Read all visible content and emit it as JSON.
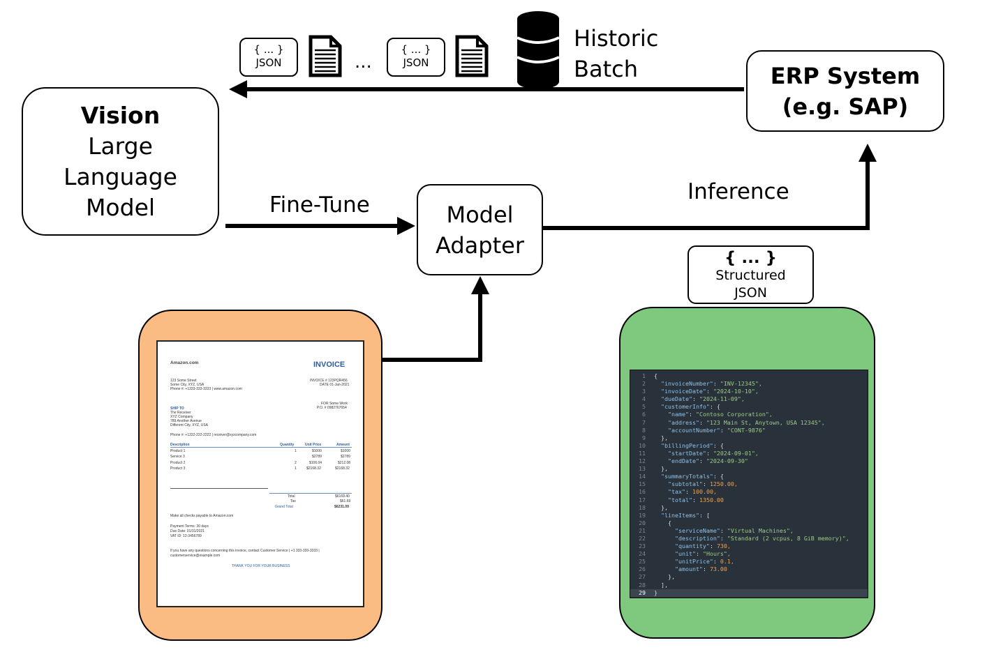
{
  "nodes": {
    "vision_bold": "Vision",
    "vision_lines": [
      "Large",
      "Language",
      "Model"
    ],
    "erp_line1": "ERP System",
    "erp_line2": "(e.g. SAP)",
    "adapter_line1": "Model",
    "adapter_line2": "Adapter"
  },
  "labels": {
    "finetune": "Fine-Tune",
    "inference": "Inference",
    "historic_line1": "Historic",
    "historic_line2": "Batch",
    "ellipsis": "..."
  },
  "json_token": {
    "brace": "{ ... }",
    "text": "JSON"
  },
  "structured": {
    "brace": "{ ... }",
    "line1": "Structured",
    "line2": "JSON"
  },
  "icons": [
    "document-icon",
    "database-icon"
  ],
  "colors": {
    "invoice_panel": "#fbbc84",
    "json_panel": "#7fc97f",
    "code_bg": "#29323a"
  },
  "invoice": {
    "company": "Amazon.com",
    "title": "INVOICE",
    "addr1": "123 Some Street",
    "addr2": "Some City, XYZ, USA",
    "phone": "Phone #: +1333-333-3333   |   www.amazon.com",
    "inv_no": "INVOICE #   123PQR456",
    "date": "DATE   01-Jan-2021",
    "ship_to": "SHIP TO",
    "ship1": "The Receiver",
    "ship2": "XYZ Company",
    "ship3": "789 Another Avenue",
    "ship4": "Different City, XYZ, USA",
    "for": "FOR  Some Work",
    "po": "P.O. #  0982767654",
    "phone2": "Phone #: +1222-222-2222   |   receiver@xyzcompany.com",
    "headers": [
      "Description",
      "Quantity",
      "Unit Price",
      "Amount"
    ],
    "rows": [
      [
        "Product 1",
        "1",
        "$1000",
        "$1000"
      ],
      [
        "Service 3",
        "",
        "$2789",
        "$2789"
      ],
      [
        "Product 2",
        "2",
        "$106.04",
        "$212.08"
      ],
      [
        "Product 3",
        "1",
        "$2168.32",
        "$2168.32"
      ]
    ],
    "totals": [
      [
        "Total",
        "$6169.40"
      ],
      [
        "Tax",
        "$61.69"
      ],
      [
        "Grand Total",
        "$6231.09"
      ]
    ],
    "checks": "Make all checks payable to Amazon.com",
    "terms": "Payment Terms:  30 days",
    "due": "Due Date:  01/31/2021",
    "vat": "VAT ID:  12-3456789",
    "questions": "If you have any questions concerning this invoice, contact Customer Service   |   +1 333-333-3333   |",
    "email": "customerservice@example.com",
    "thanks": "THANK YOU FOR YOUR BUSINESS"
  },
  "code_lines": [
    {
      "n": "1",
      "t": "{"
    },
    {
      "n": "2",
      "k": "  \"invoiceNumber\"",
      "s": "\"INV-12345\","
    },
    {
      "n": "3",
      "k": "  \"invoiceDate\"",
      "s": "\"2024-10-10\","
    },
    {
      "n": "4",
      "k": "  \"dueDate\"",
      "s": "\"2024-11-09\","
    },
    {
      "n": "5",
      "k": "  \"customerInfo\"",
      "t": "{"
    },
    {
      "n": "6",
      "k": "    \"name\"",
      "s": "\"Contoso Corporation\","
    },
    {
      "n": "7",
      "k": "    \"address\"",
      "s": "\"123 Main St, Anytown, USA 12345\","
    },
    {
      "n": "8",
      "k": "    \"accountNumber\"",
      "s": "\"CONT-9876\""
    },
    {
      "n": "9",
      "t": "  },"
    },
    {
      "n": "10",
      "k": "  \"billingPeriod\"",
      "t": "{"
    },
    {
      "n": "11",
      "k": "    \"startDate\"",
      "s": "\"2024-09-01\","
    },
    {
      "n": "12",
      "k": "    \"endDate\"",
      "s": "\"2024-09-30\""
    },
    {
      "n": "13",
      "t": "  },"
    },
    {
      "n": "14",
      "k": "  \"summaryTotals\"",
      "t": "{"
    },
    {
      "n": "15",
      "k": "    \"subtotal\"",
      "v": "1250.00,"
    },
    {
      "n": "16",
      "k": "    \"tax\"",
      "v": "100.00,"
    },
    {
      "n": "17",
      "k": "    \"total\"",
      "v": "1350.00"
    },
    {
      "n": "18",
      "t": "  },"
    },
    {
      "n": "19",
      "k": "  \"lineItems\"",
      "t": "["
    },
    {
      "n": "20",
      "t": "    {"
    },
    {
      "n": "21",
      "k": "      \"serviceName\"",
      "s": "\"Virtual Machines\","
    },
    {
      "n": "22",
      "k": "      \"description\"",
      "s": "\"Standard (2 vcpus, 8 GiB memory)\","
    },
    {
      "n": "23",
      "k": "      \"quantity\"",
      "v": "730,"
    },
    {
      "n": "24",
      "k": "      \"unit\"",
      "s": "\"Hours\","
    },
    {
      "n": "25",
      "k": "      \"unitPrice\"",
      "v": "0.1,"
    },
    {
      "n": "26",
      "k": "      \"amount\"",
      "v": "73.00"
    },
    {
      "n": "27",
      "t": "    },"
    },
    {
      "n": "28",
      "t": "  ],"
    },
    {
      "n": "29",
      "t": "}"
    }
  ]
}
